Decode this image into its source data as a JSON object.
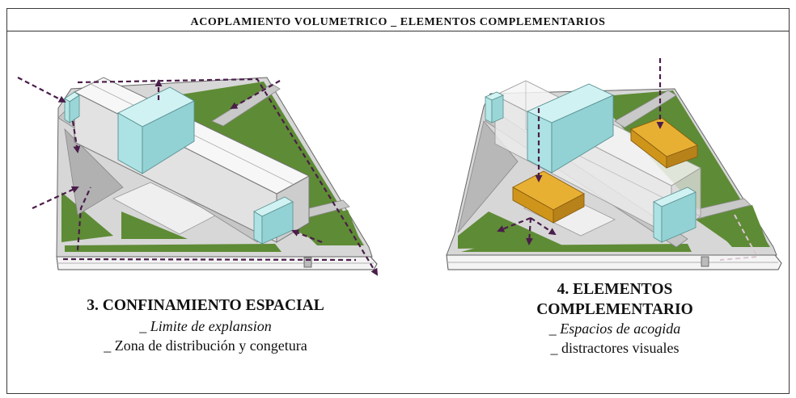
{
  "title": "ACOPLAMIENTO VOLUMETRICO _ ELEMENTOS COMPLEMENTARIOS",
  "left_panel": {
    "heading": "3. CONFINAMIENTO ESPACIAL",
    "subtitle_italic": "_ Limite de explansion",
    "subtitle": "_ Zona de distribución y congetura"
  },
  "right_panel": {
    "heading_line1": "4. ELEMENTOS",
    "heading_line2": "COMPLEMENTARIO",
    "subtitle_italic": "_ Espacios de acogida",
    "subtitle": "_ distractores visuales"
  },
  "colors": {
    "circulation_arrows": "#4a1d4a",
    "cyan_volumes": "#a9e2e3",
    "orange_volumes": "#e2a52a",
    "grass": "#5e8b35",
    "base": "#d7d7d7"
  }
}
